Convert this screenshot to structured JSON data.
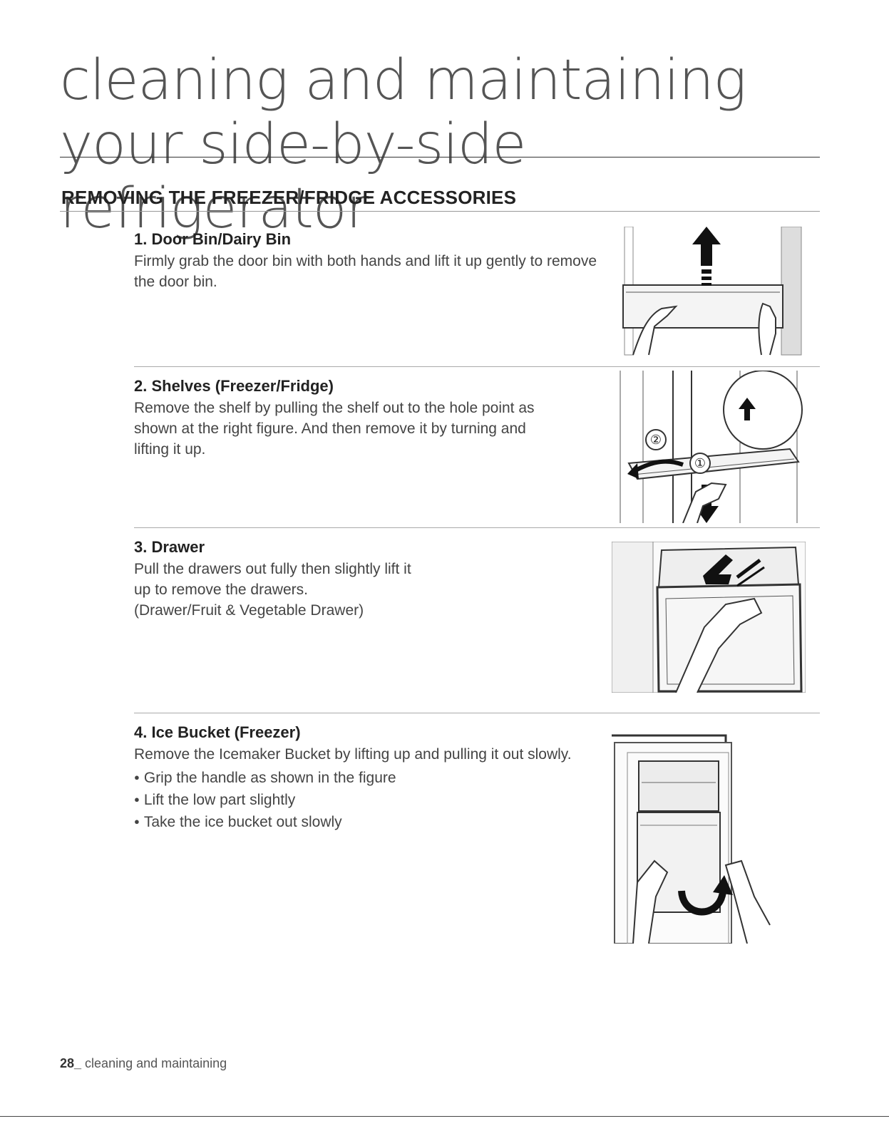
{
  "page": {
    "title": "cleaning and maintaining your side-by-side refrigerator",
    "section_heading": "REMOVING THE FREEZER/FRIDGE ACCESSORIES"
  },
  "items": [
    {
      "heading": "1. Door Bin/Dairy Bin",
      "text": "Firmly grab the door bin with both hands and lift it up gently to remove the door bin."
    },
    {
      "heading": "2. Shelves (Freezer/Fridge)",
      "text": "Remove the shelf by pulling the shelf out to the hole point as shown at the right figure. And then remove it by turning and lifting it up.",
      "figure_labels": [
        "②",
        "①"
      ]
    },
    {
      "heading": "3. Drawer",
      "text": "Pull the drawers out fully then slightly lift it up to remove the drawers.",
      "note": "(Drawer/Fruit & Vegetable Drawer)"
    },
    {
      "heading": "4. Ice Bucket (Freezer)",
      "text": "Remove the Icemaker Bucket by lifting up and pulling it out slowly.",
      "bullets": [
        "Grip the handle as shown in the figure",
        "Lift the low part slightly",
        "Take the ice bucket out slowly"
      ]
    }
  ],
  "footer": {
    "page_number": "28_",
    "section": " cleaning and maintaining"
  }
}
